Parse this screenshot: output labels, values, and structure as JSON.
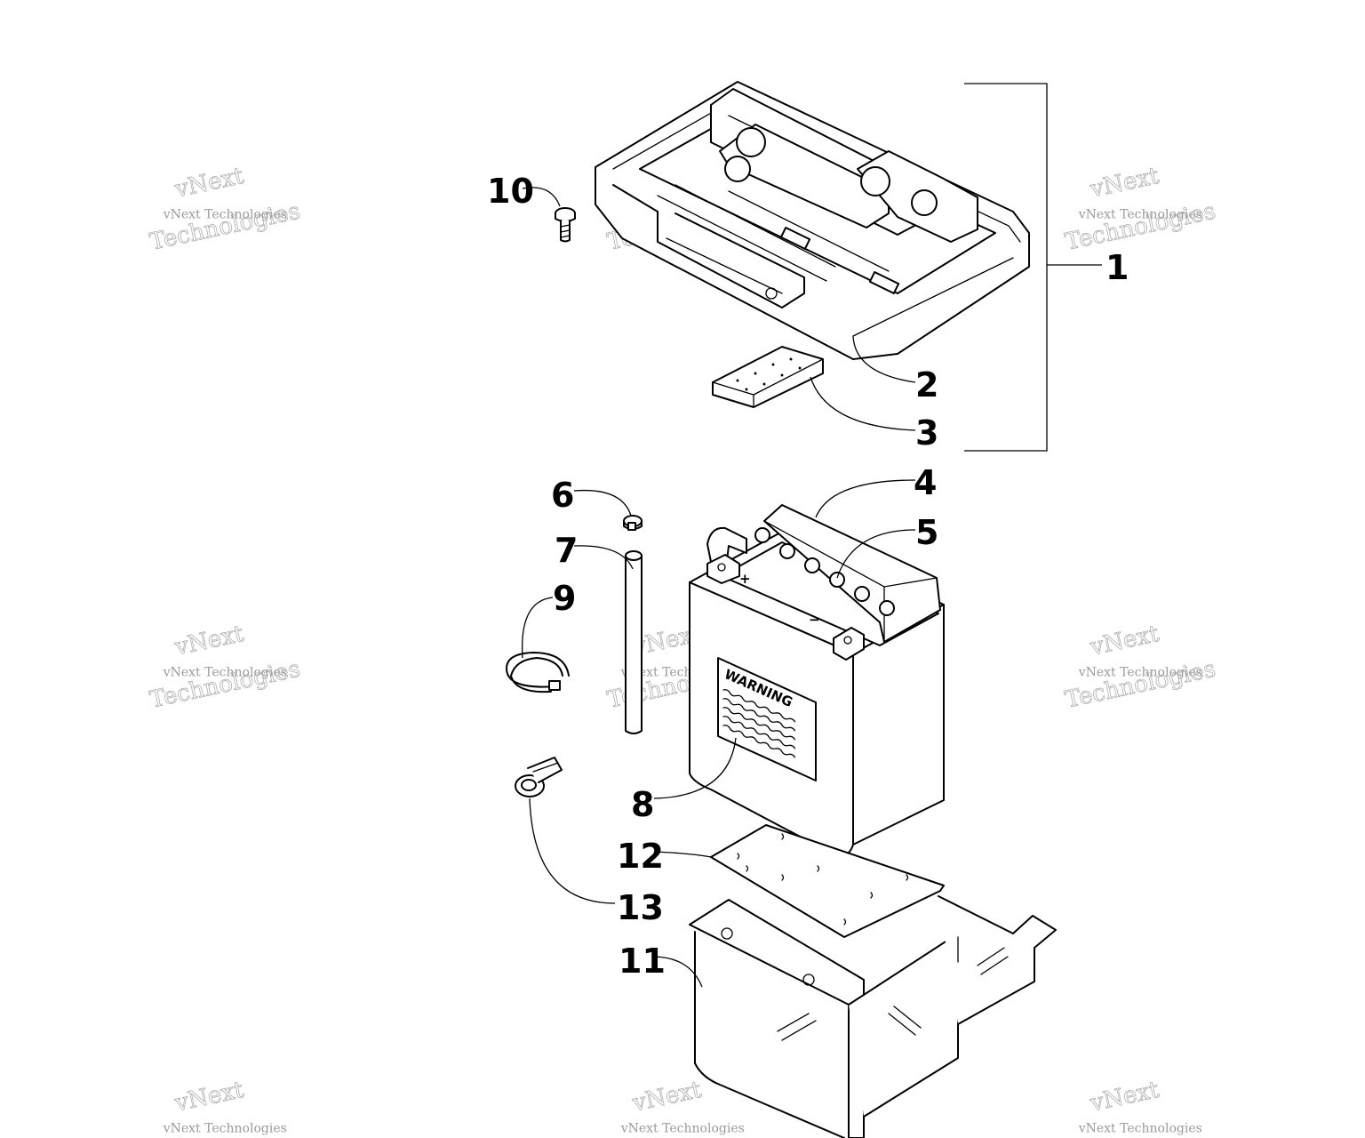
{
  "watermark": {
    "line1": "vNext",
    "line2": "vNext Technologies",
    "line3": "Technologies"
  },
  "battery_label": {
    "heading": "WARNING",
    "plus_symbol": "+",
    "minus_symbol": "−"
  },
  "callouts": [
    {
      "id": "1",
      "text": "1",
      "part": "tool-tray-assembly"
    },
    {
      "id": "2",
      "text": "2",
      "part": "tool-tray-bottom"
    },
    {
      "id": "3",
      "text": "3",
      "part": "foam-pad"
    },
    {
      "id": "4",
      "text": "4",
      "part": "battery"
    },
    {
      "id": "5",
      "text": "5",
      "part": "battery-cap"
    },
    {
      "id": "6",
      "text": "6",
      "part": "hose-clamp"
    },
    {
      "id": "7",
      "text": "7",
      "part": "vent-tube"
    },
    {
      "id": "8",
      "text": "8",
      "part": "warning-decal"
    },
    {
      "id": "9",
      "text": "9",
      "part": "cable-strap"
    },
    {
      "id": "10",
      "text": "10",
      "part": "screw"
    },
    {
      "id": "11",
      "text": "11",
      "part": "battery-bracket"
    },
    {
      "id": "12",
      "text": "12",
      "part": "battery-pad"
    },
    {
      "id": "13",
      "text": "13",
      "part": "wire-clip"
    }
  ]
}
